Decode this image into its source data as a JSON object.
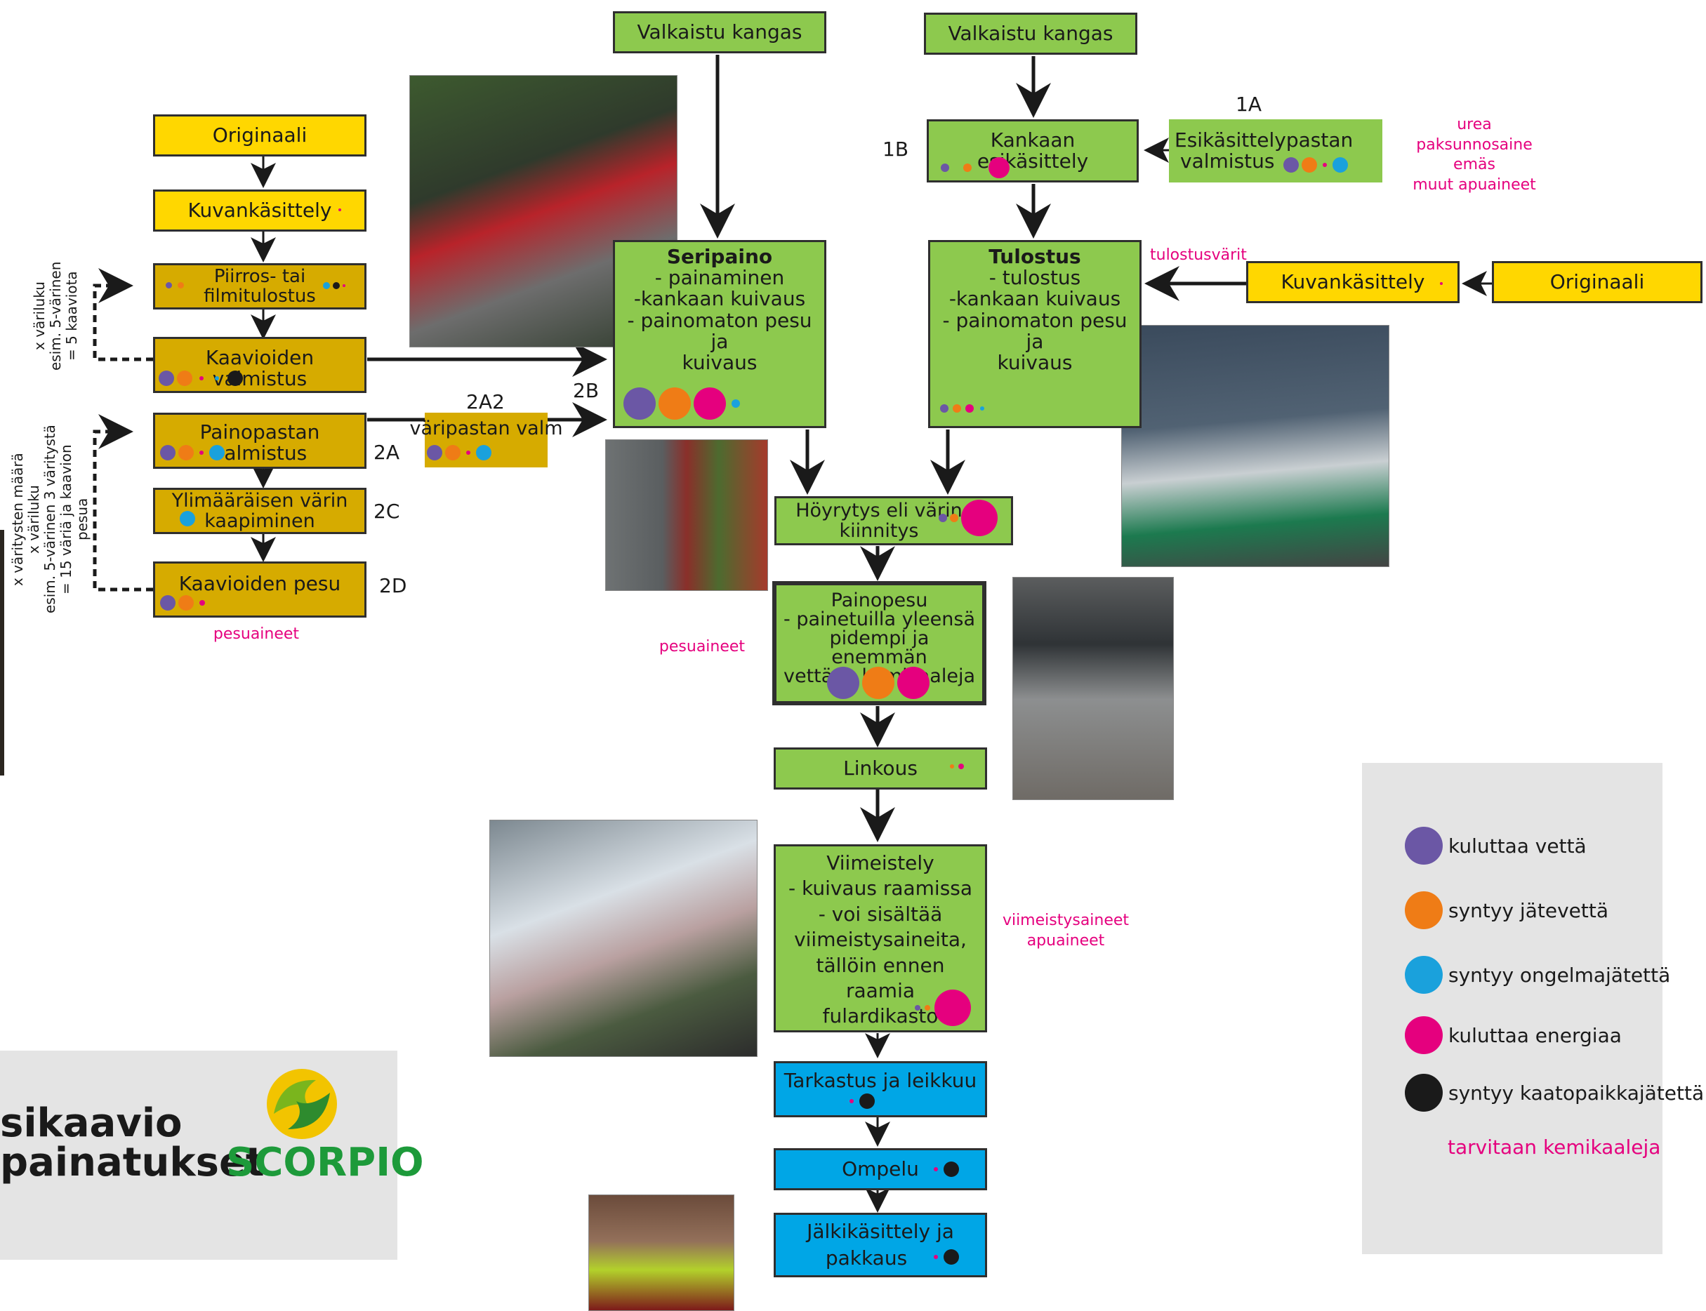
{
  "boxes": {
    "valkaistu_left": "Valkaistu kangas",
    "valkaistu_right": "Valkaistu kangas",
    "originaali_left": "Originaali",
    "kuvankasittely_left": "Kuvankäsittely",
    "piirros": [
      "Piirros- tai",
      "filmitulostus"
    ],
    "kaavioiden_valmistus": "Kaavioiden valmistus",
    "painopastan_valmistus": "Painopastan valmistus",
    "varipastan_valm": "väripastan valm",
    "ylimaaraisen": [
      "Ylimääräisen värin",
      "kaapiminen"
    ],
    "kaavioiden_pesu": "Kaavioiden pesu",
    "seripaino_title": "Seripaino",
    "seripaino_lines": [
      "- painaminen",
      "-kankaan kuivaus",
      "- painomaton pesu ja",
      "kuivaus"
    ],
    "kankaan_esikasittely": "Kankaan esikäsittely",
    "esikasittelypastan": [
      "Esikäsittelypastan",
      "valmistus"
    ],
    "tulostus_title": "Tulostus",
    "tulostus_lines": [
      "- tulostus",
      "-kankaan kuivaus",
      "- painomaton pesu ja",
      "kuivaus"
    ],
    "kuvankasittely_right": "Kuvankäsittely",
    "originaali_right": "Originaali",
    "hoyrytys": [
      "Höyrytys eli värin",
      "kiinnitys"
    ],
    "painopesu": [
      "Painopesu",
      "- painetuilla yleensä",
      "pidempi ja enemmän",
      "vettä ja kemikaaleja"
    ],
    "linkous": "Linkous",
    "viimeistely": [
      "Viimeistely",
      "- kuivaus raamissa",
      "- voi sisältää",
      "viimeistysaineita,",
      "tällöin ennen raamia",
      "fulardikasto"
    ],
    "tarkastus": "Tarkastus ja leikkuu",
    "ompelu": "Ompelu",
    "jalkikasittely": [
      "Jälkikäsittely ja",
      "pakkaus"
    ]
  },
  "tags": {
    "t1A": "1A",
    "t1B": "1B",
    "t2A": "2A",
    "t2A2": "2A2",
    "t2B": "2B",
    "t2C": "2C",
    "t2D": "2D"
  },
  "chemicals": {
    "esik": [
      "urea",
      "paksunnosaine",
      "emäs",
      "muut apuaineet"
    ],
    "tulostusvarit": "tulostusvärit",
    "pesuaineet_left": "pesuaineet",
    "pesuaineet_mid": "pesuaineet",
    "viimeistys": [
      "viimeistysaineet",
      "apuaineet"
    ]
  },
  "side_notes": {
    "kaaviot": [
      "x väriluku",
      "esim. 5-värinen",
      "= 5 kaaviota"
    ],
    "varitykset": [
      "x väritysten määrä",
      "x väriluku",
      "esim. 5-värinen 3 väritystä",
      "= 15 väriä ja kaavion pesua"
    ]
  },
  "logo": {
    "title_line1": "sikaavio",
    "title_line2": "painatukset",
    "brand": "SCORPIO"
  },
  "legend": {
    "items": [
      {
        "color": "#6b57a5",
        "label": "kuluttaa vettä"
      },
      {
        "color": "#ef7c16",
        "label": "syntyy jätevettä"
      },
      {
        "color": "#1aa1dc",
        "label": "syntyy ongelmajätettä"
      },
      {
        "color": "#e5007e",
        "label": "kuluttaa energiaa"
      },
      {
        "color": "#1a1a1a",
        "label": "syntyy kaatopaikkajätettä"
      }
    ],
    "chemicals_note": "tarvitaan kemikaaleja"
  },
  "colors": {
    "purple": "#6b57a5",
    "orange": "#ef7c16",
    "blue": "#1aa1dc",
    "pink": "#e5007e",
    "black": "#1a1a1a",
    "yellow_box": "#ffd700",
    "olive_box": "#d6ab00",
    "green_box": "#8dc94e",
    "blue_box": "#00a6e6"
  }
}
